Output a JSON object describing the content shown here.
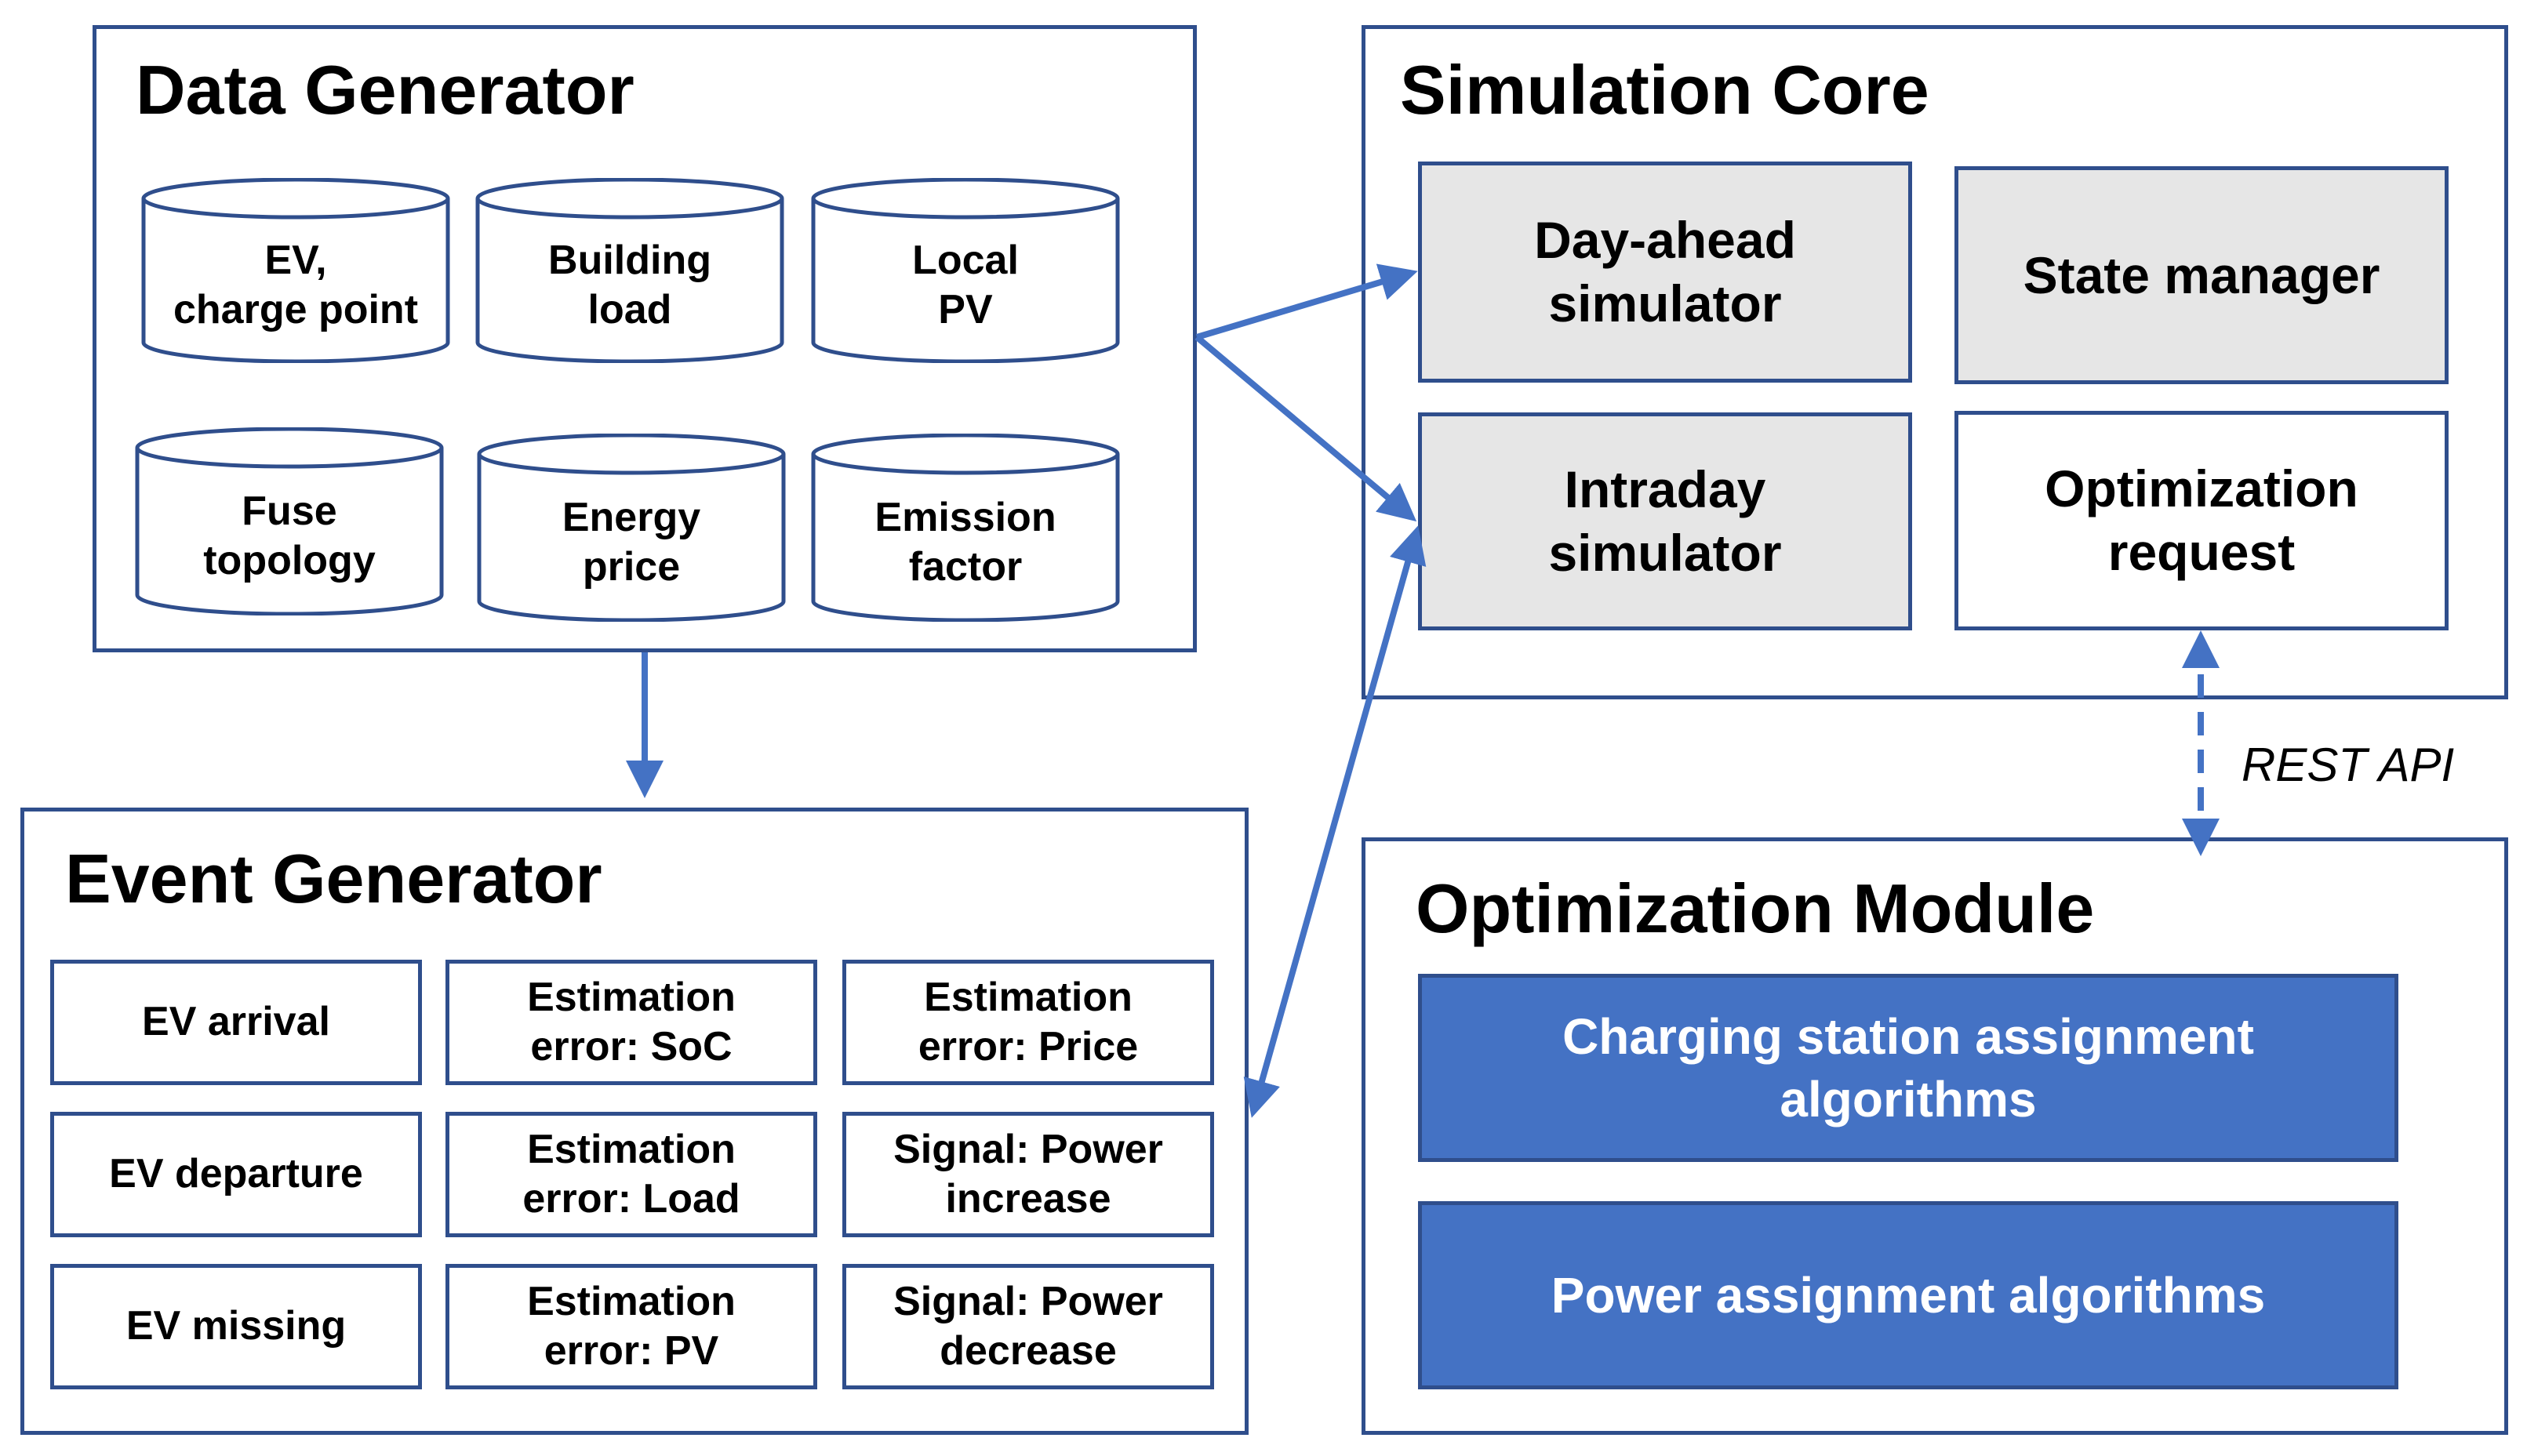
{
  "data_generator": {
    "title": "Data Generator",
    "sources": [
      {
        "line1": "EV,",
        "line2": "charge point"
      },
      {
        "line1": "Building",
        "line2": "load"
      },
      {
        "line1": "Local",
        "line2": "PV"
      },
      {
        "line1": "Fuse",
        "line2": "topology"
      },
      {
        "line1": "Energy",
        "line2": "price"
      },
      {
        "line1": "Emission",
        "line2": "factor"
      }
    ]
  },
  "simulation_core": {
    "title": "Simulation Core",
    "day_ahead": {
      "line1": "Day-ahead",
      "line2": "simulator"
    },
    "state_manager": "State manager",
    "intraday": {
      "line1": "Intraday",
      "line2": "simulator"
    },
    "optimization_request": {
      "line1": "Optimization",
      "line2": "request"
    }
  },
  "event_generator": {
    "title": "Event Generator",
    "events": [
      {
        "line1": "EV arrival",
        "line2": ""
      },
      {
        "line1": "Estimation",
        "line2": "error: SoC"
      },
      {
        "line1": "Estimation",
        "line2": "error: Price"
      },
      {
        "line1": "EV departure",
        "line2": ""
      },
      {
        "line1": "Estimation",
        "line2": "error: Load"
      },
      {
        "line1": "Signal: Power",
        "line2": "increase"
      },
      {
        "line1": "EV missing",
        "line2": ""
      },
      {
        "line1": "Estimation",
        "line2": "error: PV"
      },
      {
        "line1": "Signal: Power",
        "line2": "decrease"
      }
    ]
  },
  "optimization_module": {
    "title": "Optimization Module",
    "charging_station": {
      "line1": "Charging station assignment",
      "line2": "algorithms"
    },
    "power_assignment": "Power assignment algorithms"
  },
  "connector": {
    "rest_api_label": "REST API"
  },
  "colors": {
    "border": "#2F4E8C",
    "arrow": "#4472C4",
    "module_fill": "#4472C4",
    "simulator_fill": "#E6E6E6"
  }
}
